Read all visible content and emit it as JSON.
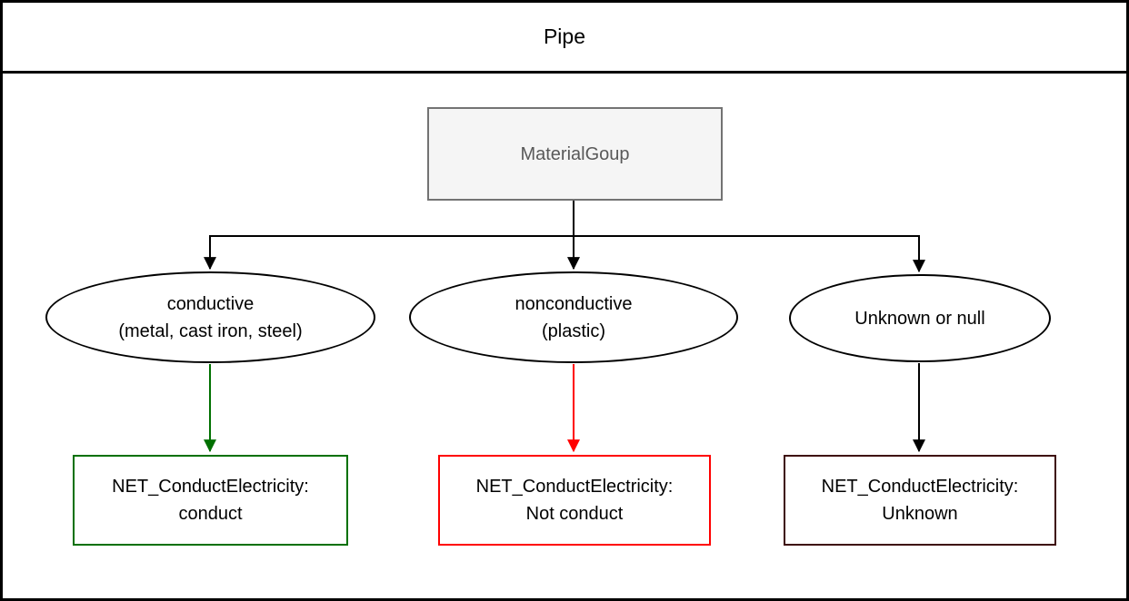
{
  "header": {
    "title": "Pipe"
  },
  "colors": {
    "frame": "#000000",
    "connector": "#000000",
    "text": "#000000",
    "background": "#ffffff",
    "root_fill": "#f5f5f5",
    "root_border": "#737373",
    "root_text": "#595959",
    "ellipse_stroke": "#000000",
    "green": "#007000",
    "red": "#ff0000",
    "dark_maroon": "#3d0b0b"
  },
  "root": {
    "label": "MaterialGoup"
  },
  "branches": [
    {
      "condition": {
        "line1": "conductive",
        "line2": "(metal, cast iron, steel)"
      },
      "result": {
        "line1": "NET_ConductElectricity:",
        "line2": "conduct"
      },
      "arrow_color": "#007000",
      "result_border_color": "#007000"
    },
    {
      "condition": {
        "line1": "nonconductive",
        "line2": "(plastic)"
      },
      "result": {
        "line1": "NET_ConductElectricity:",
        "line2": "Not conduct"
      },
      "arrow_color": "#ff0000",
      "result_border_color": "#ff0000"
    },
    {
      "condition": {
        "line1": "Unknown or null",
        "line2": ""
      },
      "result": {
        "line1": "NET_ConductElectricity:",
        "line2": "Unknown"
      },
      "arrow_color": "#000000",
      "result_border_color": "#3d0b0b"
    }
  ]
}
